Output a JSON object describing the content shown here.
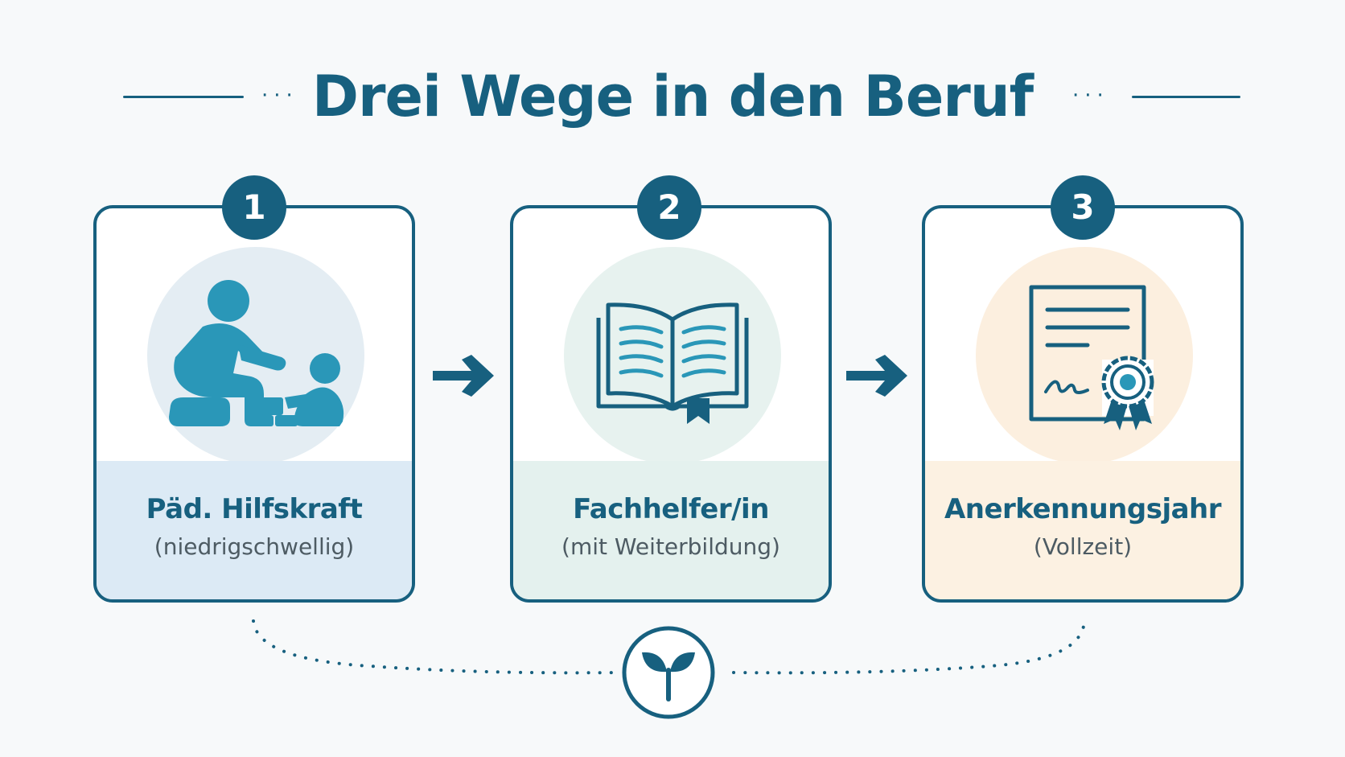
{
  "title": "Drei Wege in den Beruf",
  "colors": {
    "primary": "#17607f",
    "accent": "#2a97b8",
    "card1_bg": "#dceaf5",
    "card2_bg": "#e4f1ee",
    "card3_bg": "#fcf1e2",
    "circle1": "#e4edf3",
    "circle2": "#e7f2ef",
    "circle3": "#fcefdf"
  },
  "steps": [
    {
      "number": "1",
      "title": "Päd. Hilfskraft",
      "subtitle": "(niedrigschwellig)",
      "icon": "caregiver-child-blocks-icon"
    },
    {
      "number": "2",
      "title": "Fachhelfer/in",
      "subtitle": "(mit Weiterbildung)",
      "icon": "open-book-icon"
    },
    {
      "number": "3",
      "title": "Anerkennungsjahr",
      "subtitle": "(Vollzeit)",
      "icon": "certificate-icon"
    }
  ],
  "footer_icon": "sprout-icon"
}
